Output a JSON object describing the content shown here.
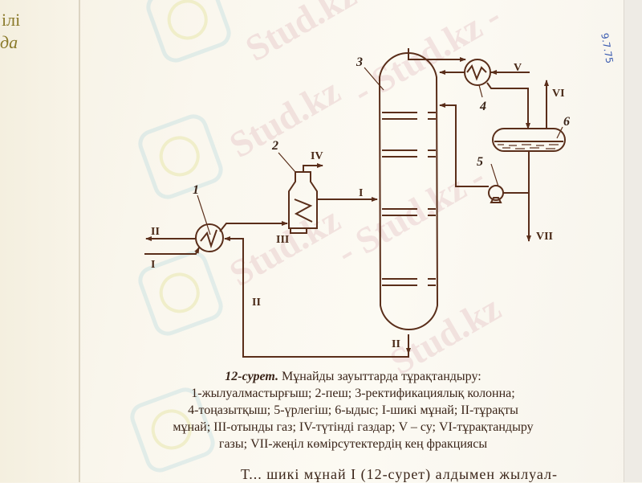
{
  "left_page": {
    "line1": "ілі",
    "line2": "да"
  },
  "watermark": "Stud.kz",
  "watermark_alt": "- Stud.kz -",
  "handwriting": "9.7.75",
  "diagram": {
    "equipment_numbers": {
      "heat_exchanger": "1",
      "furnace": "2",
      "column": "3",
      "condenser": "4",
      "pump": "5",
      "vessel": "6"
    },
    "stream_labels": {
      "raw_oil_in": "I",
      "stable_oil_out": "II",
      "feed_to_column": "I",
      "fuel_gas": "III",
      "flue_gas": "IV",
      "water": "V",
      "stabilization_gas": "VI",
      "light_hydrocarbons": "VII",
      "bottoms": "II",
      "return_line": "II"
    },
    "line_color": "#5a2e1a"
  },
  "caption": {
    "figure_label": "12-сурет.",
    "title": " Мұнайды зауыттарда тұрақтандыру:",
    "line2": "1-жылуалмастырғыш; 2-пеш; 3-ректификациялық колонна;",
    "line3": "4-тоңазытқыш; 5-үрлегіш; 6-ыдыс; I-шикі мұнай; II-тұрақты",
    "line4": "мұнай; III-отынды газ; IV-түтінді газдар; V – су; VI-тұрақтандыру",
    "line5": "газы; VII-жеңіл көмірсутектердің кең фракциясы"
  },
  "body_text": "Т... шикі мұнай  I (12-сурет) алдымен жылуал-"
}
